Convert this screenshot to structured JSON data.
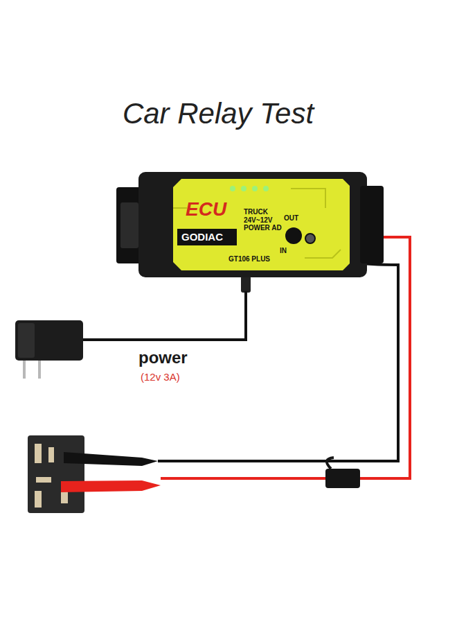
{
  "diagram": {
    "title": "Car Relay Test",
    "labels": [
      "GODIAC",
      "ECU",
      "TRUCK 24V~12V POWER AD",
      "OUT",
      "IN",
      "GT106 PLUS",
      "power",
      "(12v 3A)"
    ]
  }
}
